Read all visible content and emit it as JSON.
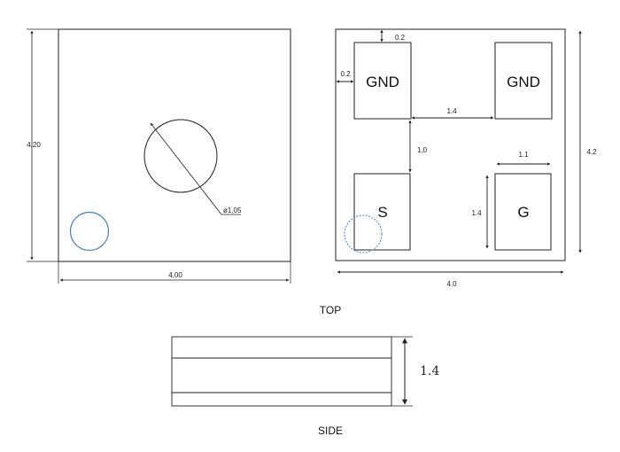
{
  "left_view": {
    "dim_height": "4,20",
    "dim_width": "4,00",
    "dim_diameter": "ø1,05"
  },
  "right_view": {
    "pads": {
      "gnd_left": "GND",
      "gnd_right": "GND",
      "source": "S",
      "gate": "G"
    },
    "dims": {
      "top_gap": "0.2",
      "side_gap": "0.2",
      "pad_spacing_h": "1.4",
      "pad_spacing_v": "1.0",
      "gate_width": "1.1",
      "gate_height": "1.4",
      "package_height": "4.2",
      "package_width": "4.0"
    }
  },
  "labels": {
    "top": "TOP",
    "side": "SIDE"
  },
  "side_view": {
    "dim_thickness": "1.4"
  },
  "colors": {
    "pin1_marker": "#4a7fc1",
    "line": "#222222"
  }
}
